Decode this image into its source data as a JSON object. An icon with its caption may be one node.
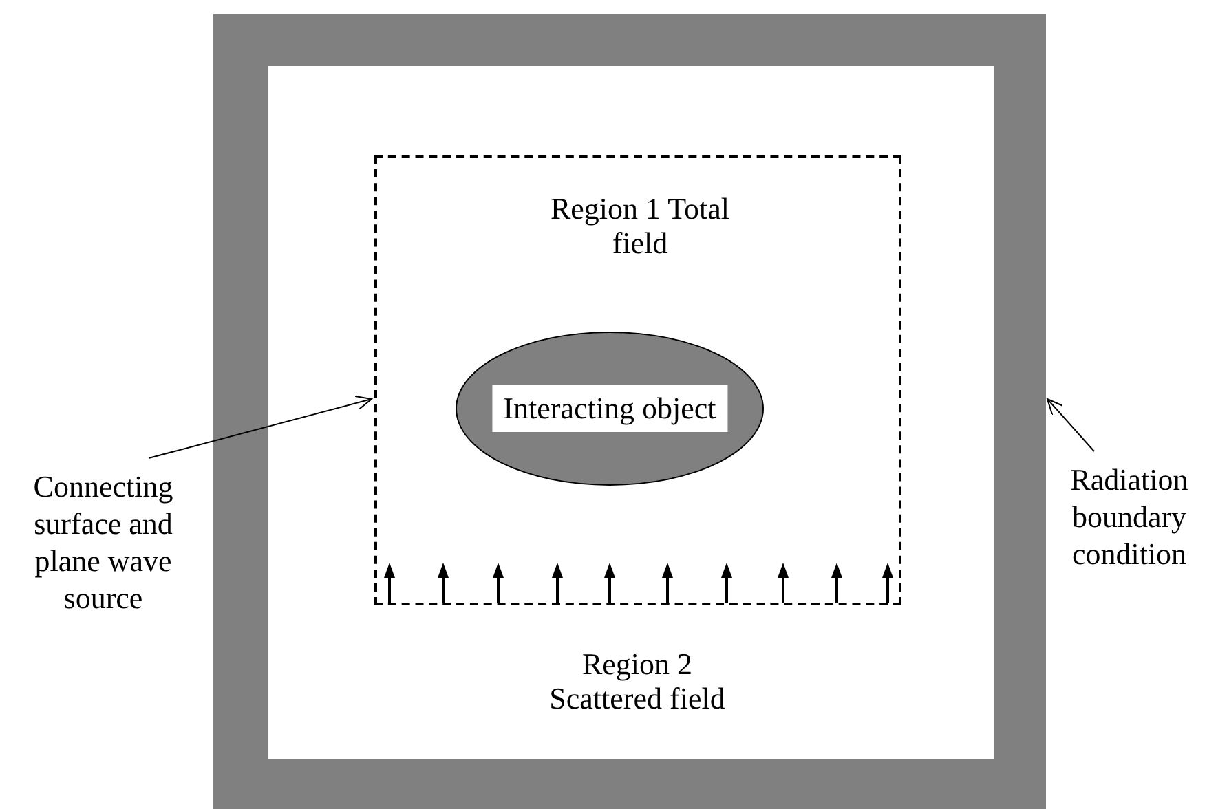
{
  "diagram": {
    "nodes": [
      {
        "text": [],
        "shape": "box"
      },
      {
        "text": [
          "Region 2 Scattered field"
        ],
        "in": 0
      },
      {
        "text": [
          "Region 1 Total field"
        ],
        "in": 1
      },
      {
        "text": [
          "Interacting object"
        ],
        "in": 2
      },
      {
        "text": [
          "Connecting surface and plane wave source"
        ]
      },
      {
        "text": [
          "Radiation boundary condition"
        ]
      }
    ],
    "edges": [
      {
        "from": 4,
        "to": 2,
        "arrow": "to"
      },
      {
        "from": 5,
        "to": 0,
        "arrow": "to"
      }
    ]
  }
}
